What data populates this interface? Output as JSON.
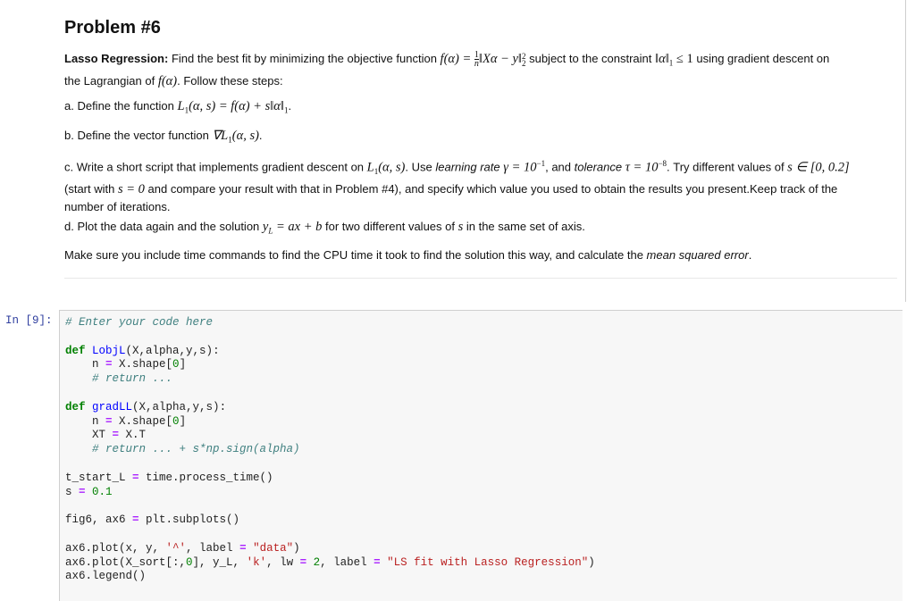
{
  "title": "Problem #6",
  "intro": {
    "bold": "Lasso Regression:",
    "text1": " Find the best fit by minimizing the objective function ",
    "math1": "f(α) = ",
    "frac_num": "1",
    "frac_den": "n",
    "math2": "‖Xα − y‖",
    "math2_sup": "2",
    "math2_sub": "2",
    "text2": " subject to the constraint ",
    "math3": "‖α‖",
    "math3_sub": "1",
    "math3_b": " ≤ 1",
    "text3": " using gradient descent on",
    "line2a": "the Lagrangian of ",
    "line2m": "f(α)",
    "line2b": ". Follow these steps:"
  },
  "step_a": {
    "text": "a. Define the function ",
    "math": "L",
    "sub": "1",
    "math_b": "(α, s) = f(α) + s‖α‖",
    "sub2": "1",
    "end": "."
  },
  "step_b": {
    "text": "b. Define the vector function ",
    "math": "∇L",
    "sub": "1",
    "math_b": "(α, s)",
    "end": "."
  },
  "step_c": {
    "t1": "c. Write a short script that implements gradient descent on ",
    "m1": "L",
    "m1sub": "1",
    "m1b": "(α, s)",
    "t2": ". Use ",
    "i1": "learning rate",
    "m2": " γ = 10",
    "m2sup": "−1",
    "t3": ", and ",
    "i2": "tolerance",
    "m3": " τ = 10",
    "m3sup": "−8",
    "t4": ". Try different values of ",
    "m4": "s ∈ [0, 0.2]",
    "line2a": "(start with ",
    "line2m": "s = 0",
    "line2b": " and compare your result with that in Problem #4), and specify which value you used to obtain the results you present.Keep track of the",
    "line3": "number of iterations."
  },
  "step_d": {
    "t1": "d. Plot the data again and the solution ",
    "m1": "y",
    "m1sub": "L",
    "m1b": " = ax + b",
    "t2": " for two different values of ",
    "m2": "s",
    "t3": " in the same set of axis."
  },
  "step_e": {
    "t1": "Make sure you include time commands to find the CPU time it took to find the solution this way, and calculate the ",
    "i1": "mean squared error",
    "t2": "."
  },
  "cell": {
    "prompt": "In [9]:"
  },
  "code": {
    "l1": "# Enter your code here",
    "l3_def": "def",
    "l3_fn": "LobjL",
    "l3_rest": "(X,alpha,y,s):",
    "l4": "    n ",
    "l4_op": "=",
    "l4_b": " X.shape[",
    "l4_n": "0",
    "l4_c": "]",
    "l5": "    # return ...",
    "l7_def": "def",
    "l7_fn": "gradLL",
    "l7_rest": "(X,alpha,y,s):",
    "l8": "    n ",
    "l8_op": "=",
    "l8_b": " X.shape[",
    "l8_n": "0",
    "l8_c": "]",
    "l9": "    XT ",
    "l9_op": "=",
    "l9_b": " X.T",
    "l10": "    # return ... + s*np.sign(alpha)",
    "l12": "t_start_L ",
    "l12_op": "=",
    "l12_b": " time.process_time()",
    "l13": "s ",
    "l13_op": "=",
    "l13_n": " 0.1",
    "l15": "fig6, ax6 ",
    "l15_op": "=",
    "l15_b": " plt.subplots()",
    "l17": "ax6.plot(x, y, ",
    "l17_s": "'^'",
    "l17_b": ", label ",
    "l17_op": "=",
    "l17_s2": " \"data\"",
    "l17_c": ")",
    "l18": "ax6.plot(X_sort[:,",
    "l18_n": "0",
    "l18_b": "], y_L, ",
    "l18_s": "'k'",
    "l18_c": ", lw ",
    "l18_op": "=",
    "l18_n2": " 2",
    "l18_d": ", label ",
    "l18_op2": "=",
    "l18_s2": " \"LS fit with Lasso Regression\"",
    "l18_e": ")",
    "l19": "ax6.legend()"
  }
}
